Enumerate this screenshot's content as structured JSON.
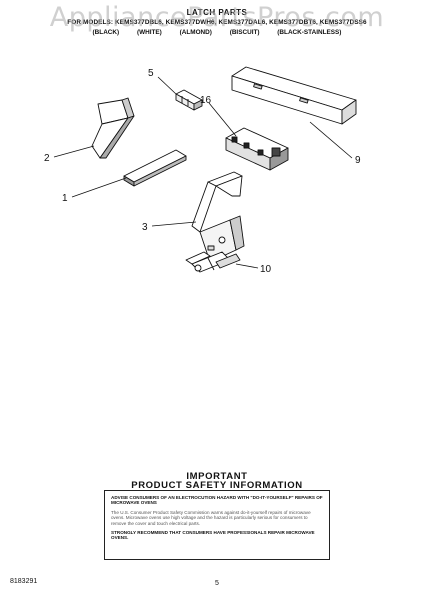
{
  "watermark": "AppliancePartsPros.com",
  "header": {
    "title": "LATCH PARTS",
    "models": "FOR MODELS: KEMS377DBL6, KEMS377DWH6, KEMS377DAL6, KEMS377DBT6, KEMS377DSS6",
    "colors": [
      "(BLACK)",
      "(WHITE)",
      "(ALMOND)",
      "(BISCUIT)",
      "(BLACK-STAINLESS)"
    ]
  },
  "callouts": [
    "5",
    "16",
    "2",
    "9",
    "1",
    "3",
    "10"
  ],
  "safety": {
    "heading_line1": "IMPORTANT",
    "heading_line2": "PRODUCT  SAFETY  INFORMATION",
    "para1": "ADVISE CONSUMERS OF AN ELECTROCUTION HAZARD WITH \"DO-IT-YOURSELF\" REPAIRS OF MICROWAVE OVENS",
    "para2": "The U.S. Consumer Product Safety Commission warns against do-it-yourself repairs of microwave ovens. Microwave ovens use high voltage and the hazard is particularly serious for consumers to remove the cover and touch electrical parts.",
    "para3": "STRONGLY RECOMMEND THAT CONSUMERS HAVE PROFESSIONALS REPAIR MICROWAVE OVENS."
  },
  "footer": {
    "doc_number": "8183291",
    "page_number": "5"
  }
}
